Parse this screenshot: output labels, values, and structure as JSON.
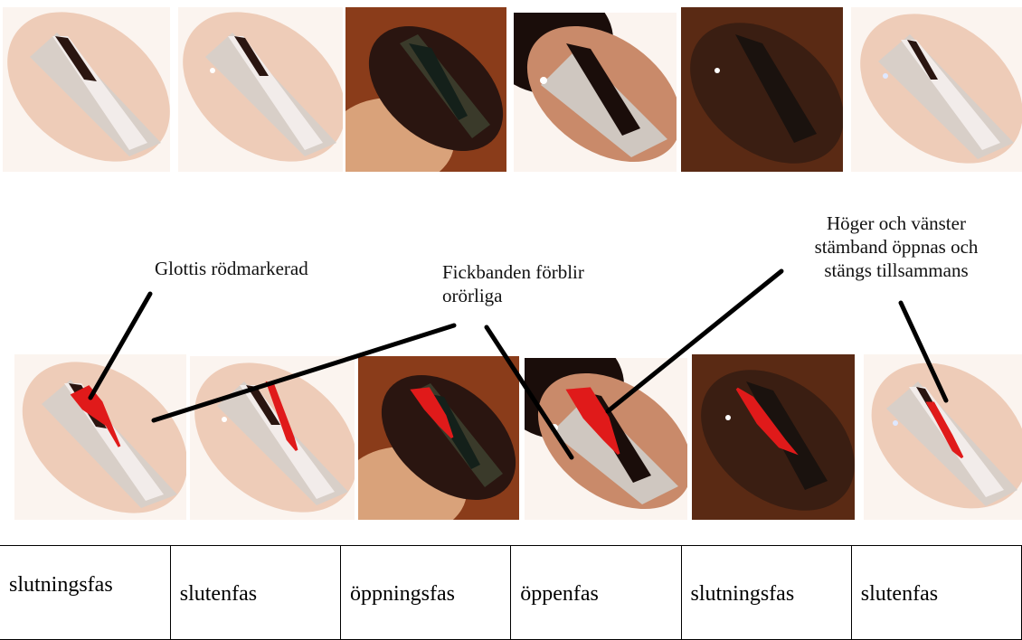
{
  "colors": {
    "annotation_red": "#e01a1a",
    "leader_line": "#000000",
    "tissue_light": "#f4e2d4",
    "tissue_dark": "#6e2d12"
  },
  "top_row": {
    "frames": [
      {
        "tone": "light"
      },
      {
        "tone": "light"
      },
      {
        "tone": "dark"
      },
      {
        "tone": "medium"
      },
      {
        "tone": "dark"
      },
      {
        "tone": "light"
      }
    ]
  },
  "bottom_row": {
    "frames": [
      {
        "tone": "light"
      },
      {
        "tone": "light"
      },
      {
        "tone": "dark"
      },
      {
        "tone": "medium"
      },
      {
        "tone": "dark"
      },
      {
        "tone": "light"
      }
    ]
  },
  "annotations": {
    "glottis": "Glottis rödmarkerad",
    "fickbanden_line1": "Fickbanden förblir",
    "fickbanden_line2": "orörliga",
    "stamband_line1": "Höger och vänster",
    "stamband_line2": "stämband öppnas och",
    "stamband_line3": "stängs tillsammans"
  },
  "phases": [
    "slutningsfas",
    "slutenfas",
    "öppningsfas",
    "öppenfas",
    "slutningsfas",
    "slutenfas"
  ]
}
